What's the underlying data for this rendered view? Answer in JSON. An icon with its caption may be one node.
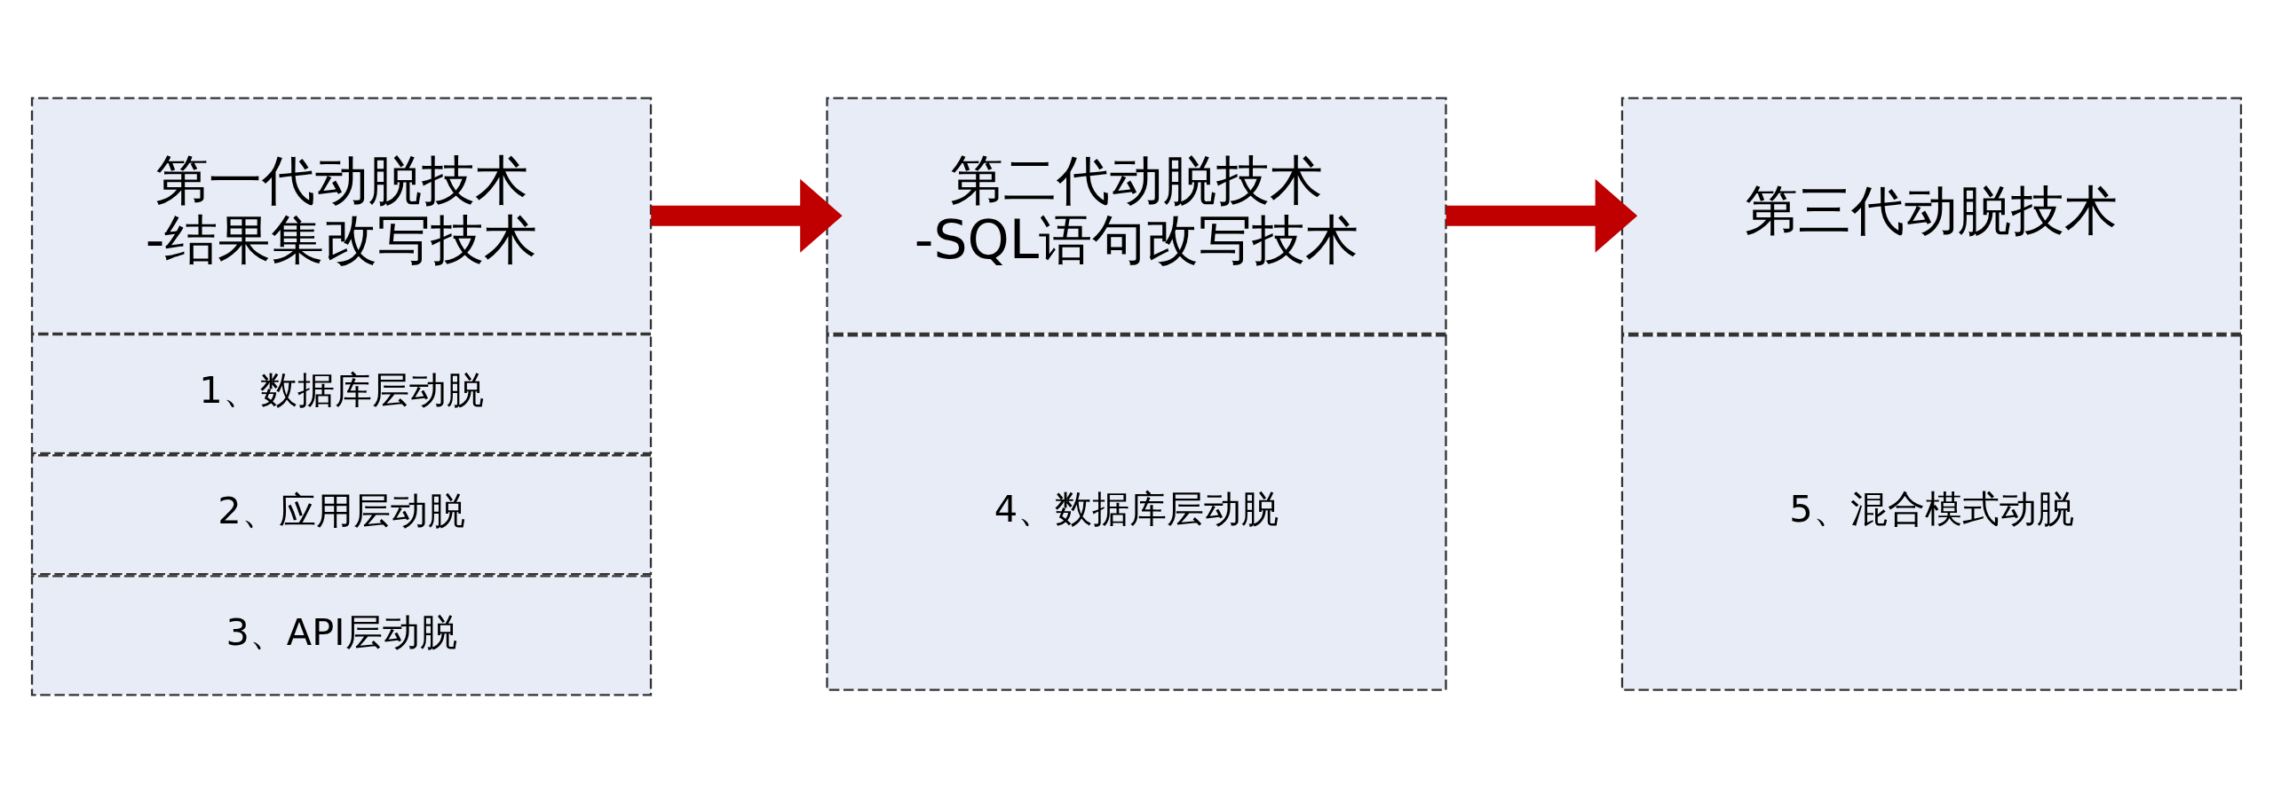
{
  "diagram": {
    "nodes": [
      {
        "text": [
          "第一代动脱技术",
          "-结果集改写技术"
        ]
      },
      {
        "text": [
          "1、数据库层动脱"
        ]
      },
      {
        "text": [
          "2、应用层动脱"
        ]
      },
      {
        "text": [
          "3、API层动脱"
        ]
      },
      {
        "text": [
          "第二代动脱技术",
          "-SQL语句改写技术"
        ]
      },
      {
        "text": [
          "4、数据库层动脱"
        ]
      },
      {
        "text": [
          "第三代动脱技术"
        ]
      },
      {
        "text": [
          "5、混合模式动脱"
        ]
      }
    ],
    "edges": [
      {
        "from": 0,
        "to": 4,
        "arrow": "to"
      },
      {
        "from": 4,
        "to": 6,
        "arrow": "to"
      }
    ]
  }
}
